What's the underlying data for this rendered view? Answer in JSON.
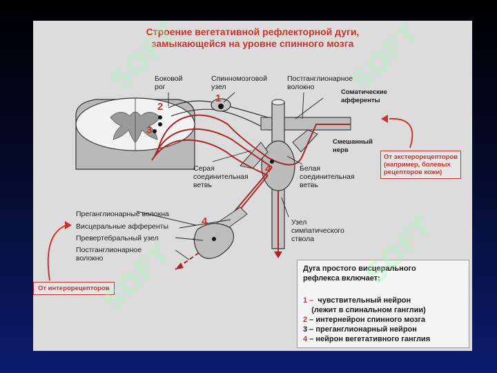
{
  "title": {
    "line1": "Строение вегетативной рефлекторной дуги,",
    "line2": "замыкающейся на уровне спинного мозга"
  },
  "labels": {
    "lateral_horn": "Боковой\nрог",
    "spinal_ganglion": "Спинномозговой\nузел",
    "postganglionic_fiber_top": "Постганглионарное\nволокно",
    "somatic_afferents": "Соматические\nафференты",
    "mixed_nerve": "Смешанный\nнерв",
    "gray_ramus": "Серая\nсоединительная\nветвь",
    "white_ramus": "Белая\nсоединительная\nветвь",
    "preganglionic_fibers": "Преганглионарные волокна",
    "visceral_afferents": "Висцеральные афференты",
    "prevertebral_ganglion": "Превертебральный узел",
    "postganglionic_fiber_bottom": "Постганглионарное\nволокно",
    "sympathetic_trunk_ganglion": "Узел\nсимпатического\nствола"
  },
  "numbers": {
    "n1": "1",
    "n2": "2",
    "n3": "3",
    "n4a": "4",
    "n4b": "4"
  },
  "boxes": {
    "exteroceptors": "От экстерорецепторов\n(например, болевых\nрецепторов кожи)",
    "interoceptors": "От интерорецепторов"
  },
  "summary": {
    "heading1": "Дуга простого висцерального",
    "heading2": "рефлекса включает:",
    "item1_num": "1 –",
    "item1_text": "  чувствительный нейрон",
    "item1_sub": "    (лежит в спинальном ганглии)",
    "item2_num": "2",
    "item2_text": " – интернейрон спинного мозга",
    "item3_num": "3",
    "item3_text": " – преганглионарный нейрон",
    "item4_num": "4",
    "item4_text": " – нейрон вегетативного ганглия"
  },
  "watermark": "SOFT",
  "colors": {
    "accent_red": "#c8342c",
    "slide_bg": "#dcdcdc"
  }
}
